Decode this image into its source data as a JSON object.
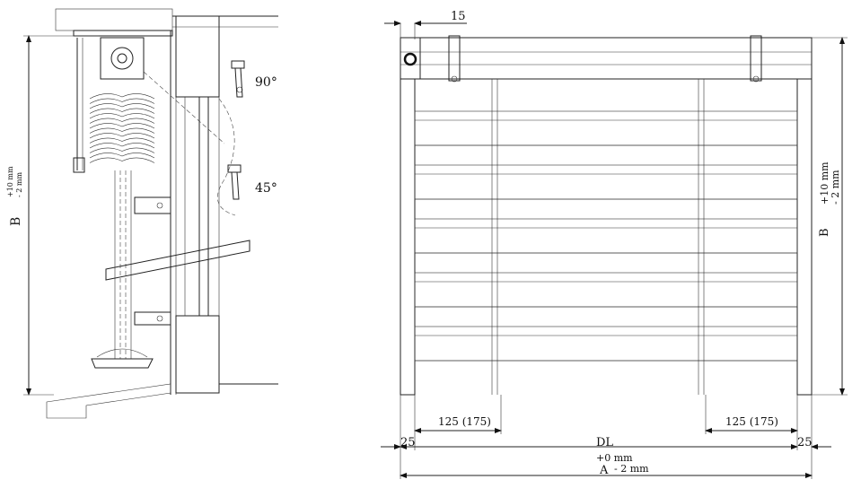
{
  "section_view": {
    "angle_top": "90°",
    "angle_mid": "45°",
    "height_label": "B",
    "height_tol_plus": "+10 mm",
    "height_tol_minus": "- 2 mm"
  },
  "front_view": {
    "offset_top": "15",
    "slat_width_left": "125 (175)",
    "slat_width_right": "125 (175)",
    "side_left": "25",
    "side_right": "25",
    "dl_label": "DL",
    "width_label": "A",
    "width_tol_plus": "+0 mm",
    "width_tol_minus": "- 2 mm",
    "height_label": "B",
    "height_tol_plus": "+10 mm",
    "height_tol_minus": "- 2 mm"
  }
}
